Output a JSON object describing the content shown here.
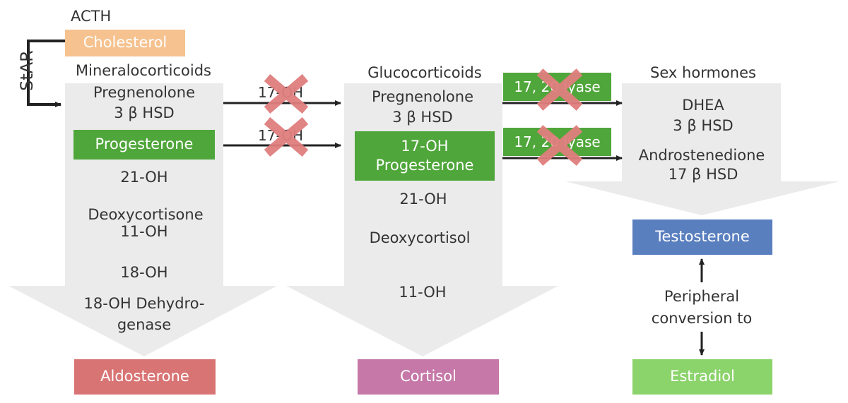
{
  "acth": "ACTH",
  "cholesterol": "Cholesterol",
  "star": "StAR",
  "columns": {
    "mineralo": {
      "title": "Mineralocorticoids",
      "pregnenolone": "Pregnenolone",
      "hsd": "3 β HSD",
      "progesterone": "Progesterone",
      "oh21": "21-OH",
      "deoxycortisone": "Deoxycortisone",
      "oh11": "11-OH",
      "oh18": "18-OH",
      "dehydro1": "18-OH Dehydro-",
      "dehydro2": "genase",
      "product": "Aldosterone"
    },
    "gluco": {
      "title": "Glucocorticoids",
      "pregnenolone": "Pregnenolone",
      "hsd": "3 β HSD",
      "ohprog1": "17-OH",
      "ohprog2": "Progesterone",
      "oh21": "21-OH",
      "deoxycortisol": "Deoxycortisol",
      "oh11": "11-OH",
      "product": "Cortisol"
    },
    "sex": {
      "title": "Sex hormones",
      "dhea": "DHEA",
      "hsd3": "3 β HSD",
      "andro": "Androstenedione",
      "hsd17": "17 β HSD",
      "testosterone": "Testosterone",
      "peripheral1": "Peripheral",
      "peripheral2": "conversion to",
      "estradiol": "Estradiol"
    }
  },
  "enzymes": {
    "oh17_a": "17-OH",
    "oh17_b": "17-OH",
    "lyase_a": "17, 20 lyase",
    "lyase_b": "17, 20 lyase"
  },
  "colors": {
    "arrow_gray": "#ebebeb",
    "cholesterol_box": "#f6c28f",
    "green_box": "#4fa63a",
    "aldosterone_box": "#d97474",
    "cortisol_box": "#c678a8",
    "testosterone_box": "#5a7fbf",
    "estradiol_box": "#8bd36b",
    "cross": "#e07e7e"
  }
}
